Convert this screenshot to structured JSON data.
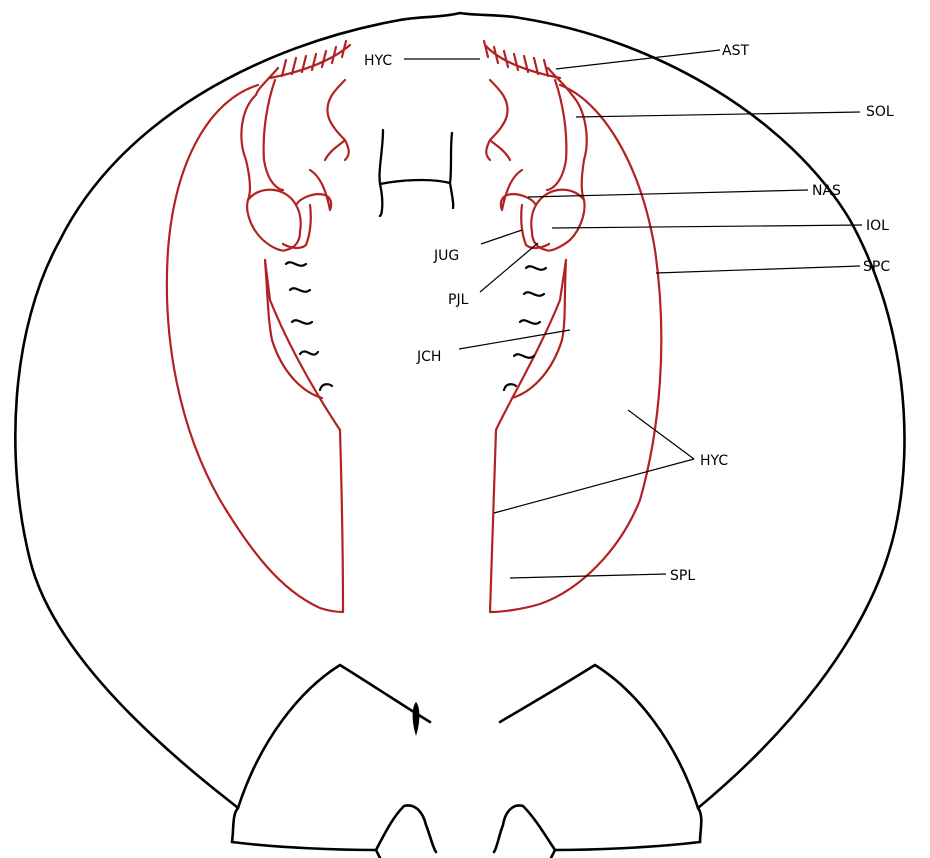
{
  "colors": {
    "outline": "#000000",
    "canal": "#b22222",
    "background": "#ffffff"
  },
  "labels": {
    "hyc_top": "HYC",
    "ast": "AST",
    "sol": "SOL",
    "nas": "NAS",
    "iol": "IOL",
    "jug": "JUG",
    "spc": "SPC",
    "pjl": "PJL",
    "jch": "JCH",
    "hyc_right": "HYC",
    "spl": "SPL"
  }
}
